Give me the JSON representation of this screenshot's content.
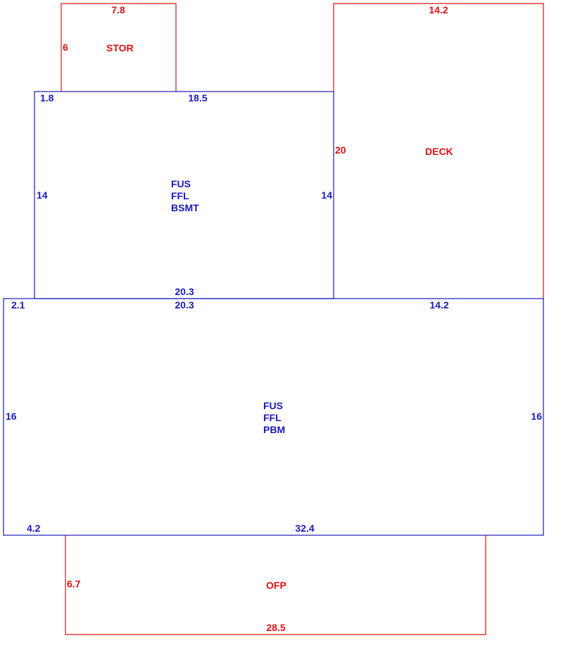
{
  "colors": {
    "living": "#1a1ab8",
    "other": "#dd1111",
    "background": "#ffffff"
  },
  "areas": [
    {
      "id": "stor",
      "color_role": "other",
      "labels": [
        "STOR"
      ],
      "dimensions": [
        "7.8",
        "6"
      ]
    },
    {
      "id": "deck",
      "color_role": "other",
      "labels": [
        "DECK"
      ],
      "dimensions": [
        "14.2",
        "20"
      ]
    },
    {
      "id": "upper-living",
      "color_role": "living",
      "labels": [
        "FUS",
        "FFL",
        "BSMT"
      ],
      "dimensions": [
        "1.8",
        "18.5",
        "14",
        "14",
        "20.3"
      ]
    },
    {
      "id": "main-living",
      "color_role": "living",
      "labels": [
        "FUS",
        "FFL",
        "PBM"
      ],
      "dimensions": [
        "2.1",
        "20.3",
        "14.2",
        "16",
        "16",
        "4.2",
        "32.4"
      ]
    },
    {
      "id": "porch",
      "color_role": "other",
      "labels": [
        "OFP"
      ],
      "dimensions": [
        "6.7",
        "28.5"
      ]
    }
  ]
}
